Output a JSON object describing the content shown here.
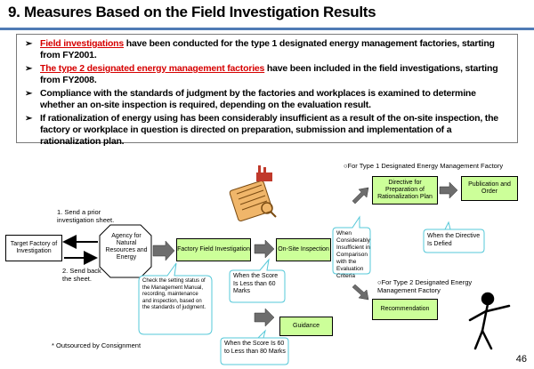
{
  "title": "9. Measures Based on the Field Investigation Results",
  "bullets": [
    {
      "prefix": "",
      "highlight": "Field investigations",
      "rest": " have been conducted for the type 1 designated energy management factories, starting from FY2001."
    },
    {
      "prefix": "",
      "highlight": "The type 2 designated energy management factories",
      "rest": " have been included in the field investigations, starting from FY2008."
    },
    {
      "prefix": "Compliance with the standards of judgment by the factories and workplaces is examined to determine whether an on-site inspection is required, depending on the evaluation result.",
      "highlight": "",
      "rest": ""
    },
    {
      "prefix": "If rationalization of energy using has been considerably insufficient as a result of the on-site inspection, the factory or workplace in question is directed on preparation, submission and implementation of a rationalization plan.",
      "highlight": "",
      "rest": ""
    }
  ],
  "diagram": {
    "target_factory": "Target Factory of Investigation",
    "agency": "Agency for Natural Resources and Energy",
    "field_investigation": "Factory Field Investigation",
    "onsite_inspection": "On-Site Inspection",
    "directive": "Directive for Preparation of Rationalization Plan",
    "publication": "Publication and Order",
    "recommendation": "Recommendation",
    "guidance": "Guidance",
    "send_prior": "1. Send a prior investigation sheet.",
    "send_back": "2. Send back the sheet.",
    "outsourced": "* Outsourced by Consignment",
    "type1_label": "○For Type 1 Designated Energy Management Factory",
    "type2_label": "○For Type 2 Designated Energy Management Factory",
    "callout_check": "Check the setting status of the Management Manual, recording, maintenance and inspection, based on the standards of judgment.",
    "callout_less60": "When the Score Is Less than 60 Marks",
    "callout_60to80": "When the Score Is 60 to Less than 80 Marks",
    "callout_insufficient": "When Considerably Insufficient in Comparison with the Evaluation Criteria",
    "callout_defied": "When the Directive Is Defied"
  },
  "page_number": "46",
  "colors": {
    "accent_line": "#4f7bb5",
    "box_green": "#ccff99",
    "highlight_red": "#d60000",
    "callout_border": "#55c8d8",
    "arrow_gray": "#666666"
  }
}
